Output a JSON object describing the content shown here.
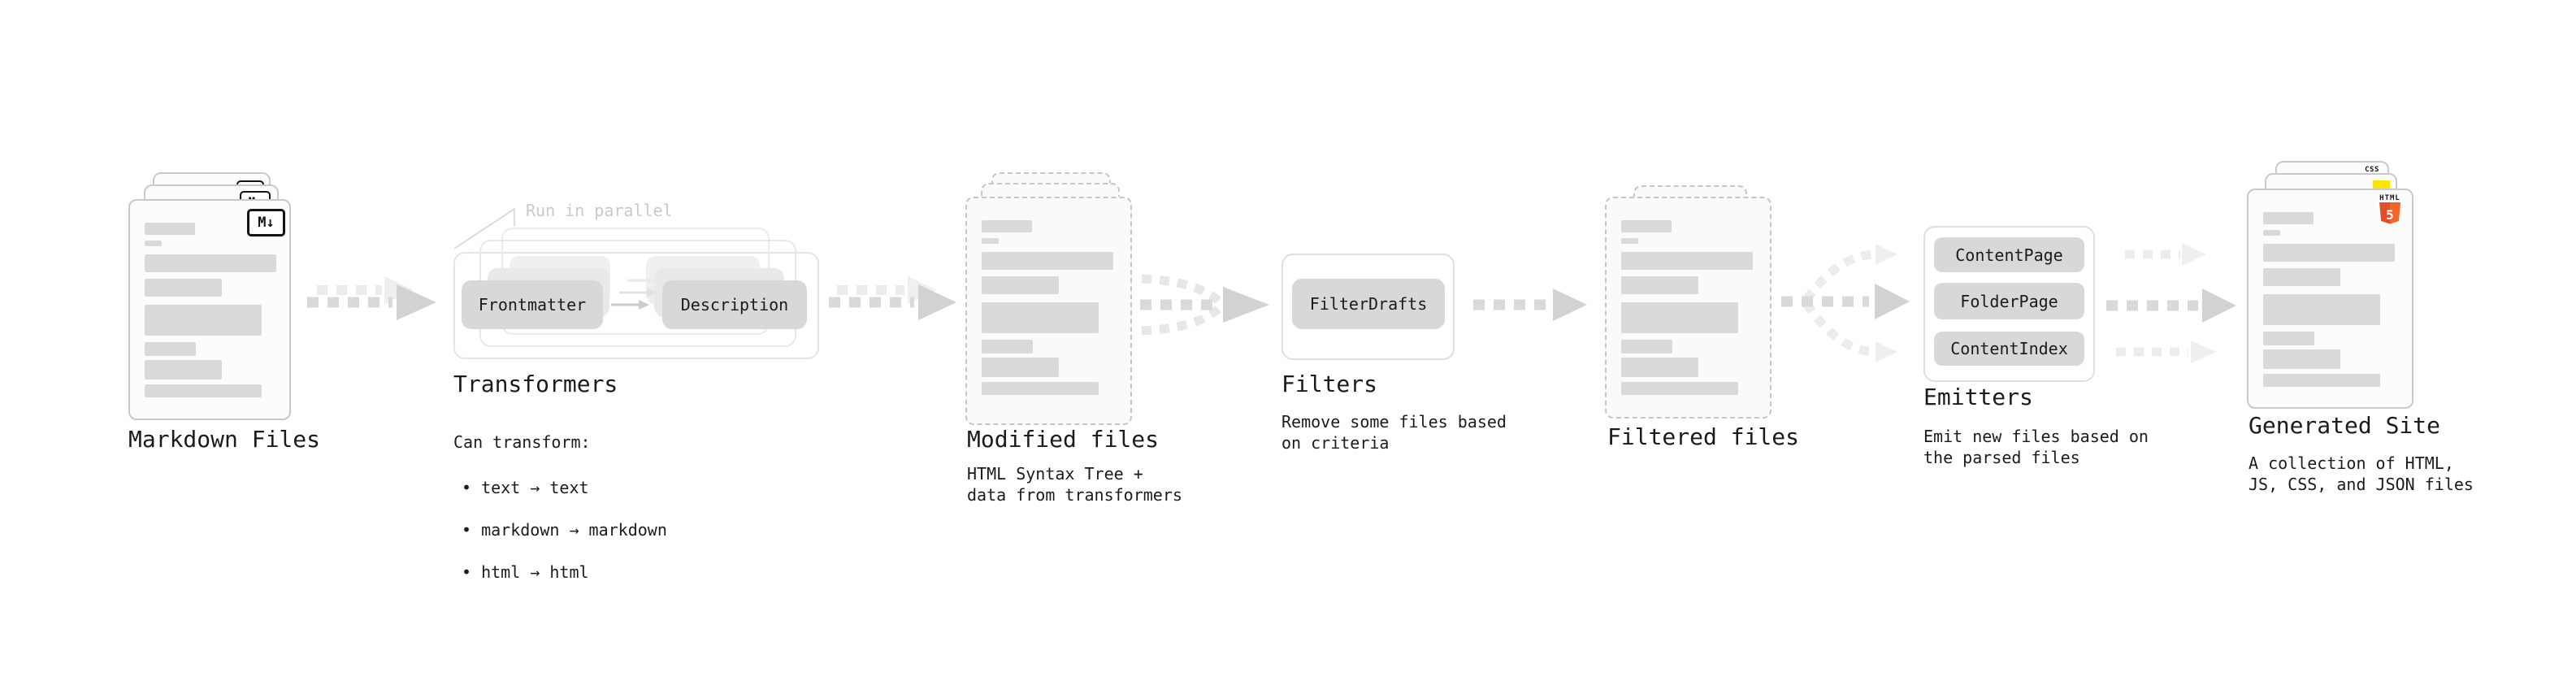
{
  "diagram": {
    "stages": {
      "markdown_files": {
        "title": "Markdown Files",
        "badge": "M↓"
      },
      "transformers": {
        "title": "Transformers",
        "annotation": "Run in parallel",
        "buttons": {
          "frontmatter": "Frontmatter",
          "description": "Description"
        },
        "description": "Can transform:",
        "bullets": [
          "• text → text",
          "• markdown → markdown",
          "• html → html"
        ]
      },
      "modified_files": {
        "title": "Modified files",
        "subtitle": "HTML Syntax Tree +\ndata from transformers"
      },
      "filters": {
        "title": "Filters",
        "button": "FilterDrafts",
        "subtitle": "Remove some files based\non criteria"
      },
      "filtered_files": {
        "title": "Filtered files"
      },
      "emitters": {
        "title": "Emitters",
        "buttons": [
          "ContentPage",
          "FolderPage",
          "ContentIndex"
        ],
        "subtitle": "Emit new files based on\nthe parsed files"
      },
      "generated_site": {
        "title": "Generated Site",
        "subtitle": "A collection of HTML,\nJS, CSS, and JSON files",
        "badges": {
          "css": "CSS",
          "html": "HTML",
          "html5_number": "5"
        }
      }
    },
    "colors": {
      "html5_orange": "#e44d26",
      "html5_orange_light": "#f16529",
      "js_yellow": "#ffe400",
      "css_blue": "#2965f1",
      "arrow_gray": "#d9d9d9",
      "arrow_light_gray": "#ececec"
    }
  }
}
